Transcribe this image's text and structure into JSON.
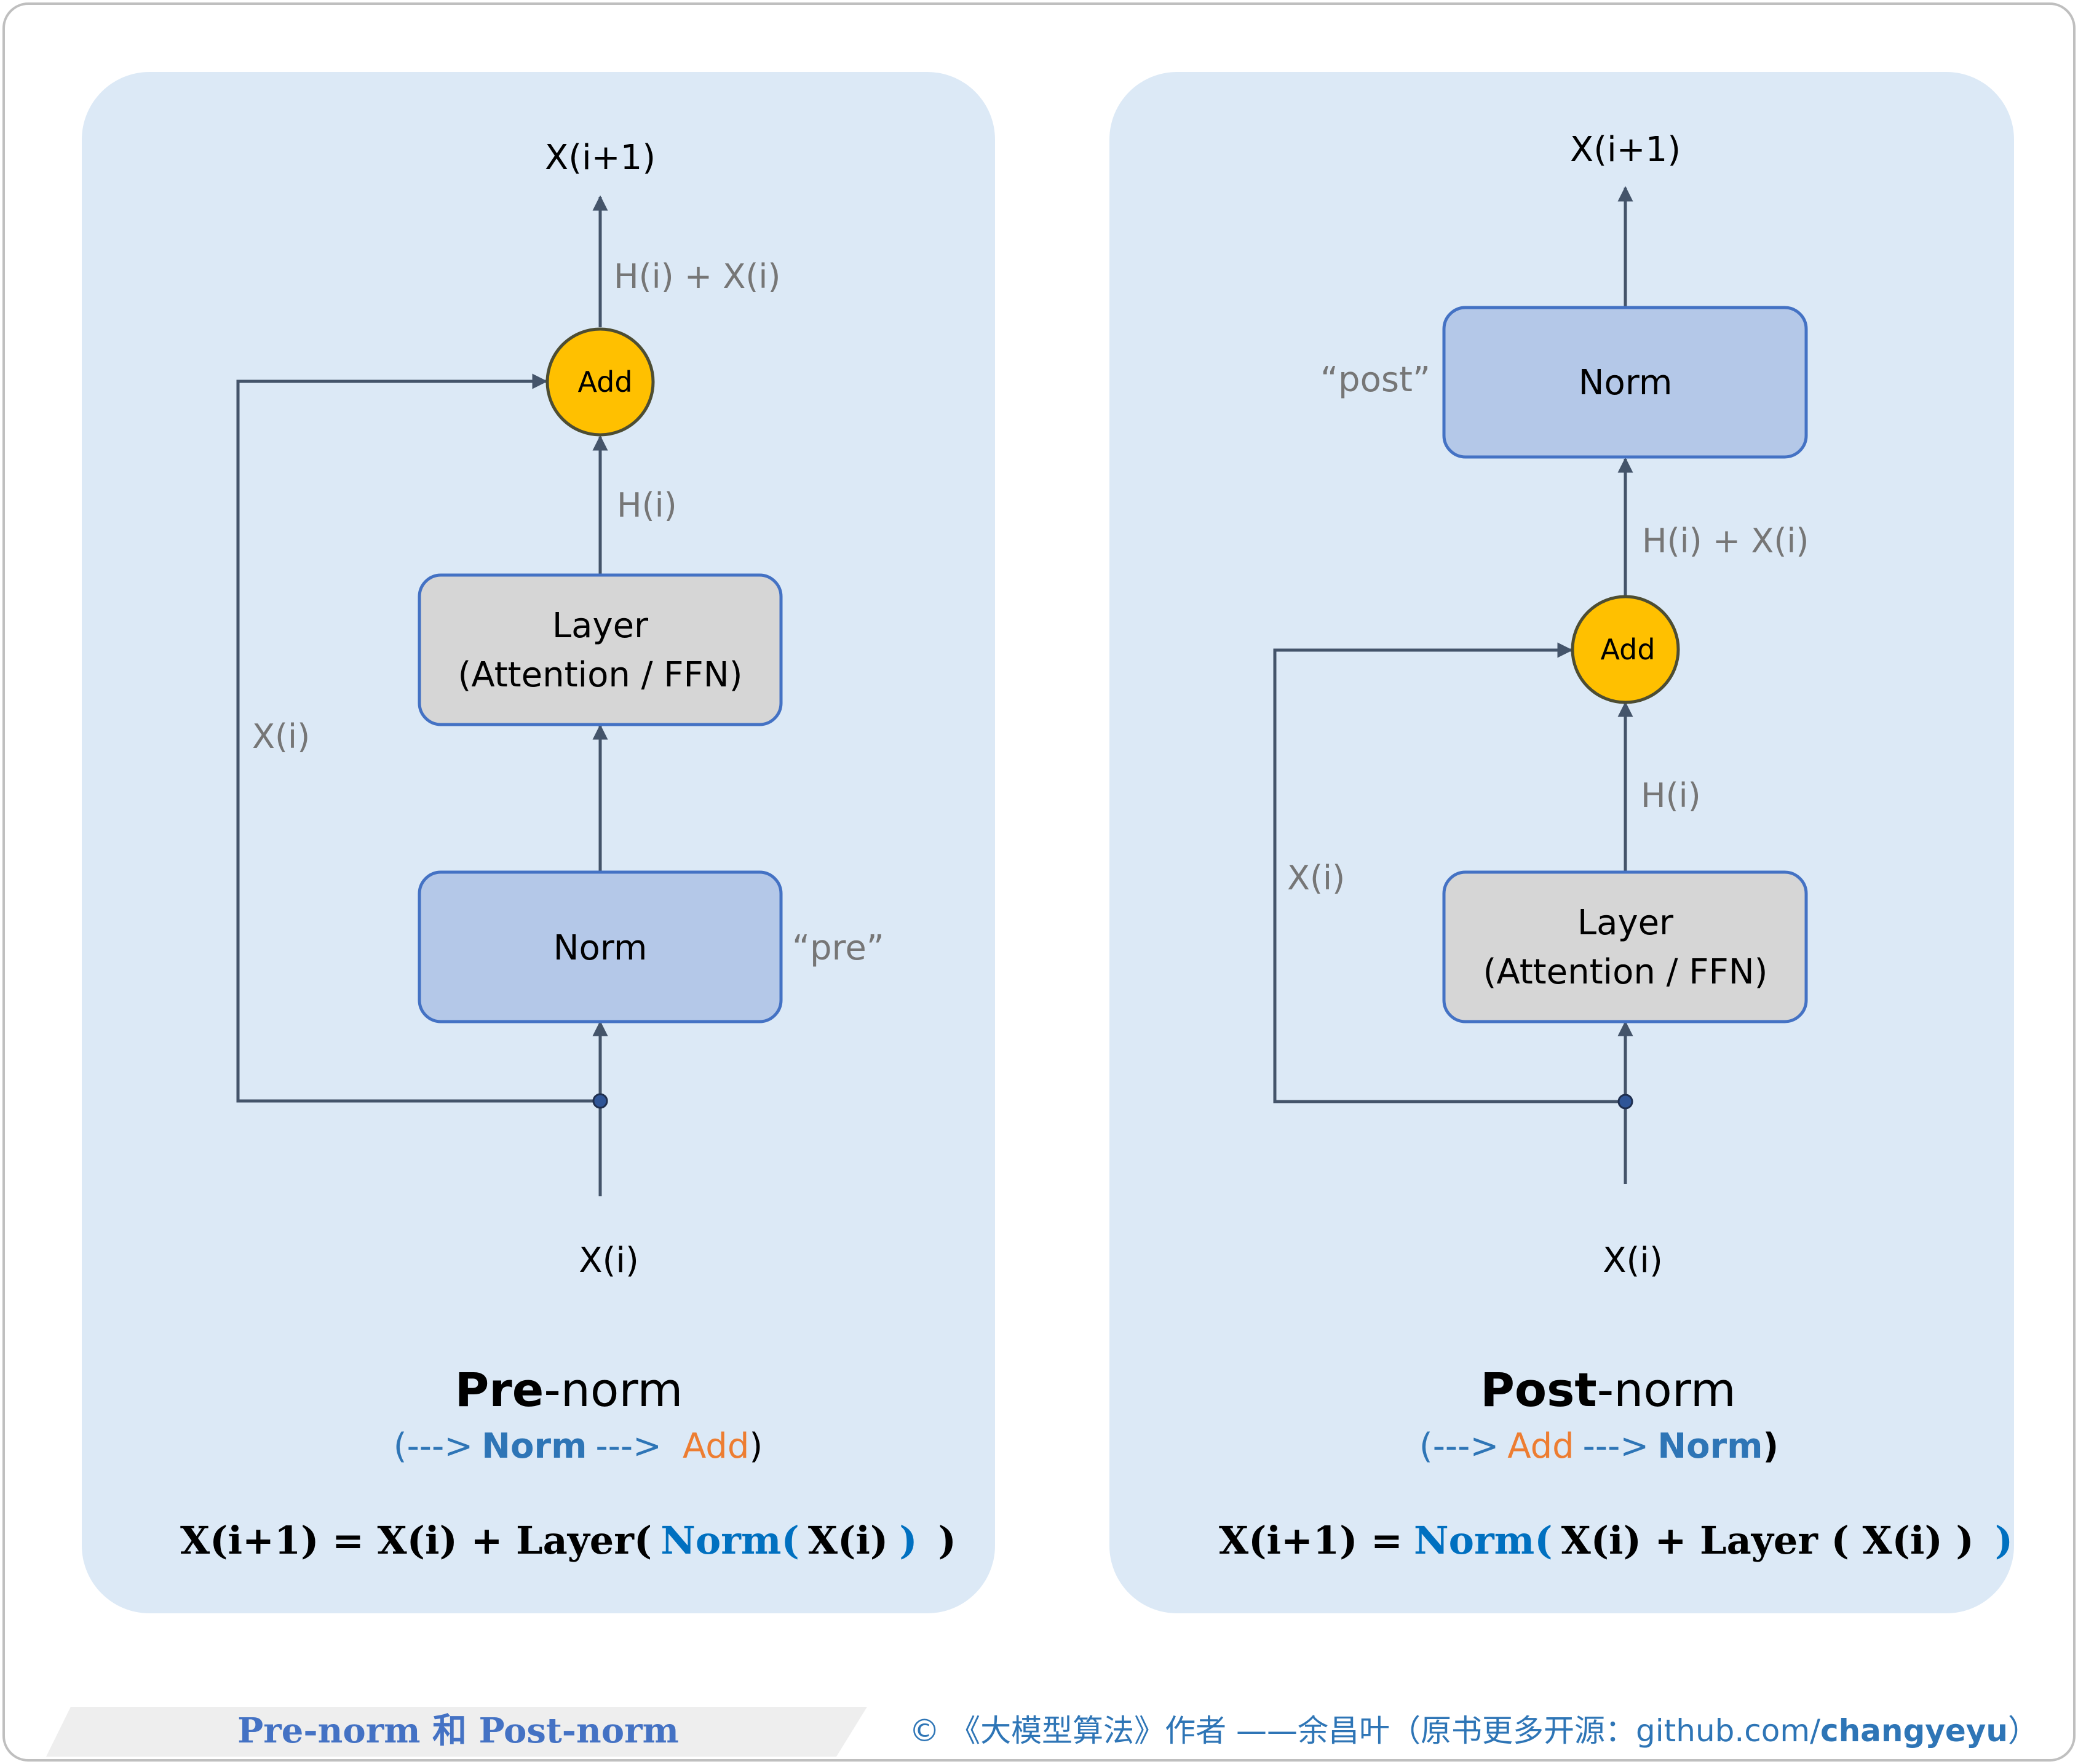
{
  "colors": {
    "panel_bg": "#dce9f6",
    "norm_fill": "#b4c8e8",
    "layer_fill": "#d6d6d6",
    "box_stroke": "#4472c4",
    "add_fill": "#ffc000",
    "arrow": "#44546a",
    "label_gray": "#767676",
    "blue_text": "#2e75b6",
    "orange_text": "#ed7d31",
    "formula_blue": "#0070c0"
  },
  "pre": {
    "out_label": "X(i+1)",
    "sum_label": "H(i) + X(i)",
    "add_label": "Add",
    "h_label": "H(i)",
    "layer_line1": "Layer",
    "layer_line2": "(Attention / FFN)",
    "norm_label": "Norm",
    "quote": "“pre”",
    "skip_label": "X(i)",
    "in_label": "X(i)",
    "title_bold": "Pre",
    "title_rest": "-norm",
    "order_open": "(--->",
    "order_norm": "Norm",
    "order_mid": "--->",
    "order_add": "Add",
    "order_close": ")",
    "formula_a": "X(i+1) = X(i) + Layer(",
    "formula_b": "Norm(",
    "formula_c": "X(i)",
    "formula_d": ")",
    "formula_e": ")"
  },
  "post": {
    "out_label": "X(i+1)",
    "norm_label": "Norm",
    "quote": "“post”",
    "sum_label": "H(i) + X(i)",
    "add_label": "Add",
    "h_label": "H(i)",
    "layer_line1": "Layer",
    "layer_line2": "(Attention / FFN)",
    "skip_label": "X(i)",
    "in_label": "X(i)",
    "title_bold": "Post",
    "title_rest": "-norm",
    "order_open": "(--->",
    "order_add": "Add",
    "order_mid": "--->",
    "order_norm": "Norm",
    "order_close": ")",
    "formula_a": "X(i+1) =",
    "formula_b": "Norm(",
    "formula_c": "X(i) + Layer ( X(i) )",
    "formula_d": ")"
  },
  "footer": {
    "caption": "Pre-norm 和 Post-norm",
    "credit_prefix": "© 《大模型算法》作者 ——余昌叶（原书更多开源：github.com/",
    "credit_handle": "changyeyu",
    "credit_suffix": "）"
  }
}
